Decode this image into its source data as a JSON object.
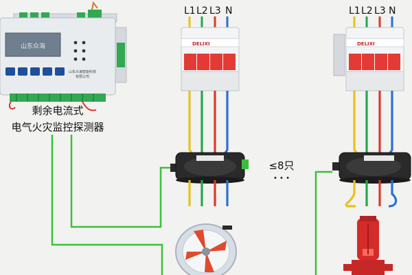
{
  "detector": {
    "lcd_text": "山东众海",
    "maker_text": "山东众海智能科技\n有限公司",
    "title_line1": "剩余电流式",
    "title_line2": "电气火灾监控探测器"
  },
  "breaker_left": {
    "brand": "DELIXI",
    "phase_labels": [
      "L1",
      "L2",
      "L3",
      "N"
    ]
  },
  "breaker_right": {
    "brand": "DELIXI",
    "phase_labels": [
      "L1",
      "L2",
      "L3",
      "N"
    ]
  },
  "annotation": {
    "count_text": "≤8只",
    "dots": "• • •"
  },
  "colors": {
    "background": "#f2f2f0",
    "wire_yellow": "#e6c21a",
    "wire_green": "#22a84a",
    "wire_red": "#d93a2b",
    "wire_blue": "#2a6fd6",
    "signal_green": "#3bbf3b",
    "breaker_red": "#e43a36",
    "device_body": "#e9ecef",
    "lcd": "#6f7f90",
    "ct_body": "#2a2a2a"
  },
  "icons": {
    "fan": "axial-fan-icon",
    "pump": "fire-pump-icon"
  }
}
